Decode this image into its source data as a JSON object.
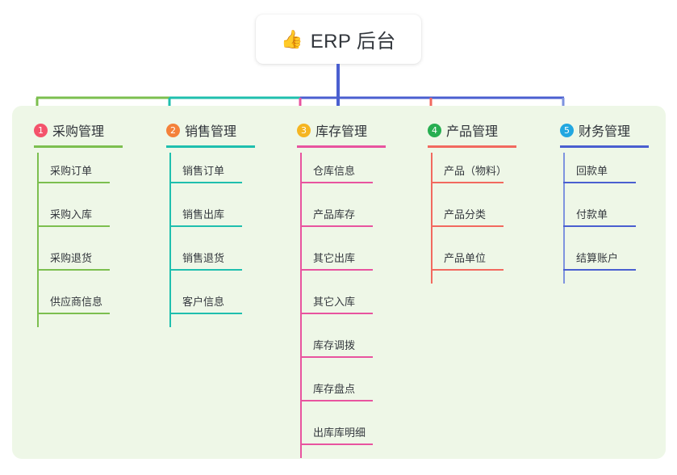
{
  "page": {
    "background": "#ffffff",
    "panel_background": "#eef7e7"
  },
  "title": {
    "icon": "thumbs-up-icon",
    "emoji": "👍",
    "text": "ERP 后台",
    "trunk_color": "#4a5fd0"
  },
  "connector": {
    "segments": [
      {
        "name": "segment-purchase",
        "color": "#7cbf4f"
      },
      {
        "name": "segment-sales",
        "color": "#1fbfae"
      },
      {
        "name": "segment-right",
        "color": "#4a5fd0"
      }
    ]
  },
  "columns": [
    {
      "number": "1",
      "title": "采购管理",
      "badge_color": "#f4536b",
      "line_color": "#7cbf4f",
      "drop_color": "#7cbf4f",
      "items": [
        {
          "label": "采购订单"
        },
        {
          "label": "采购入库"
        },
        {
          "label": "采购退货"
        },
        {
          "label": "供应商信息"
        }
      ]
    },
    {
      "number": "2",
      "title": "销售管理",
      "badge_color": "#f4813a",
      "line_color": "#1fbfae",
      "drop_color": "#1fbfae",
      "items": [
        {
          "label": "销售订单"
        },
        {
          "label": "销售出库"
        },
        {
          "label": "销售退货"
        },
        {
          "label": "客户信息"
        }
      ]
    },
    {
      "number": "3",
      "title": "库存管理",
      "badge_color": "#f5b521",
      "line_color": "#e8549f",
      "drop_color": "#e8549f",
      "items": [
        {
          "label": "仓库信息"
        },
        {
          "label": "产品库存"
        },
        {
          "label": "其它出库"
        },
        {
          "label": "其它入库"
        },
        {
          "label": "库存调拨"
        },
        {
          "label": "库存盘点"
        },
        {
          "label": "出库库明细"
        }
      ]
    },
    {
      "number": "4",
      "title": "产品管理",
      "badge_color": "#27ae51",
      "line_color": "#f2695f",
      "drop_color": "#f2695f",
      "items": [
        {
          "label": "产品（物料）"
        },
        {
          "label": "产品分类"
        },
        {
          "label": "产品单位"
        }
      ]
    },
    {
      "number": "5",
      "title": "财务管理",
      "badge_color": "#22a7e0",
      "line_color": "#4a5fd0",
      "drop_color": "#7e93df",
      "items": [
        {
          "label": "回款单"
        },
        {
          "label": "付款单"
        },
        {
          "label": "结算账户"
        }
      ]
    }
  ]
}
